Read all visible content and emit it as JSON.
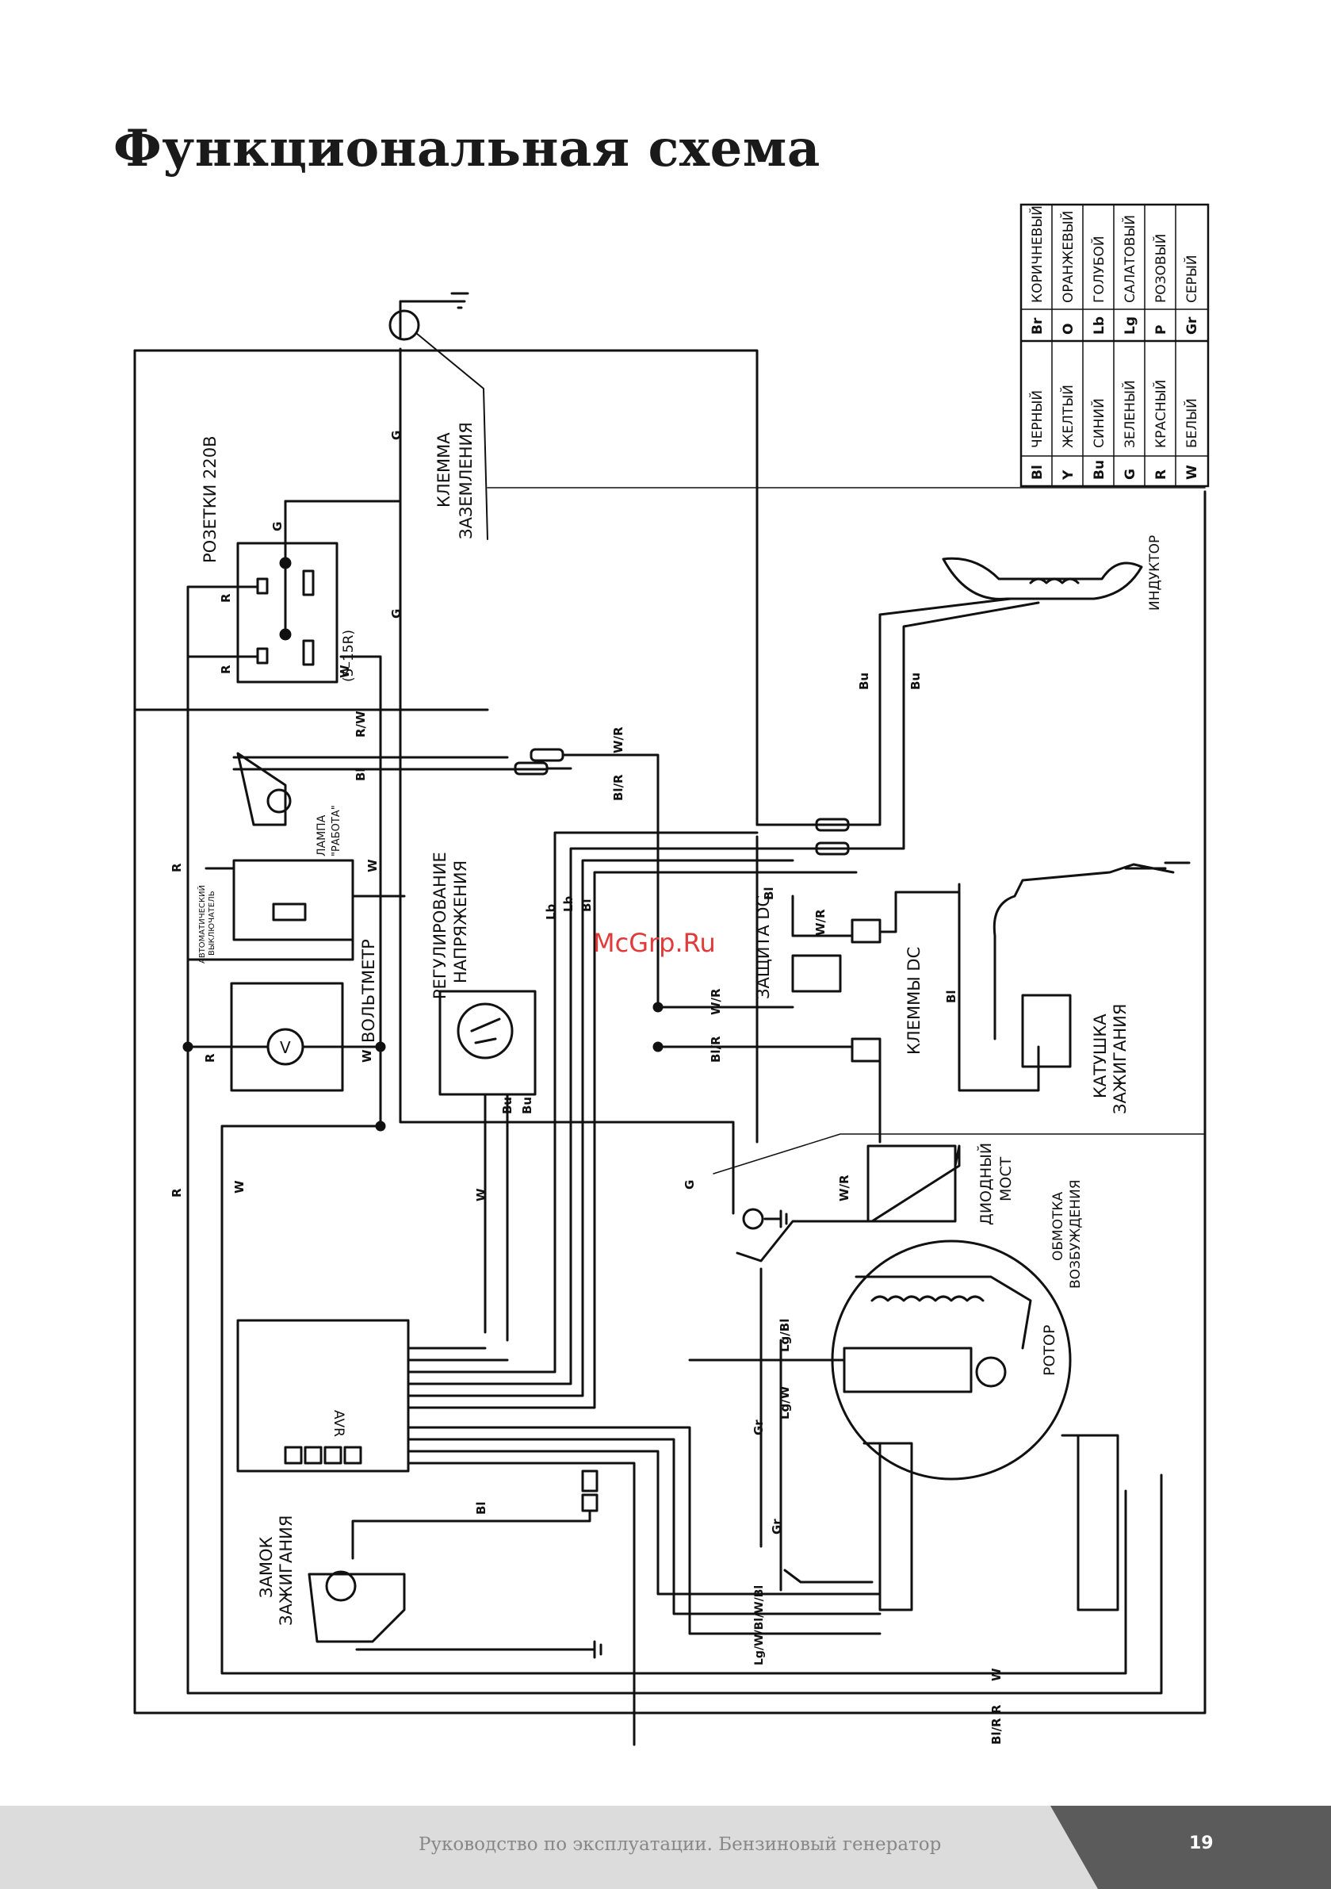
{
  "page": {
    "title": "Функциональная схема"
  },
  "legend": {
    "rows": [
      {
        "code": "Bl",
        "name": "ЧЕРНЫЙ",
        "code2": "Br",
        "name2": "КОРИЧНЕВЫЙ"
      },
      {
        "code": "Y",
        "name": "ЖЕЛТЫЙ",
        "code2": "O",
        "name2": "ОРАНЖЕВЫЙ"
      },
      {
        "code": "Bu",
        "name": "СИНИЙ",
        "code2": "Lb",
        "name2": "ГОЛУБОЙ"
      },
      {
        "code": "G",
        "name": "ЗЕЛЕНЫЙ",
        "code2": "Lg",
        "name2": "САЛАТОВЫЙ"
      },
      {
        "code": "R",
        "name": "КРАСНЫЙ",
        "code2": "P",
        "name2": "РОЗОВЫЙ"
      },
      {
        "code": "W",
        "name": "БЕЛЫЙ",
        "code2": "Gr",
        "name2": "СЕРЫЙ"
      }
    ]
  },
  "labels": {
    "klemma": "КЛЕММА",
    "zazemleniya": "ЗАЗЕМЛЕНИЯ",
    "rozetki": "РОЗЕТКИ 220В",
    "r515": "(5–15R)",
    "lampa": "ЛАМПА",
    "rabota": "\"РАБОТА\"",
    "avtomat1": "АВТОМАТИЧЕСКИЙ",
    "avtomat2": "ВЫКЛЮЧАТЕЛЬ",
    "voltmetr": "ВОЛЬТМЕТР",
    "regul1": "РЕГУЛИРОВАНИЕ",
    "regul2": "НАПРЯЖЕНИЯ",
    "zashchita": "ЗАЩИТА DC",
    "klemmy": "КЛЕММЫ DC",
    "induktor": "ИНДУКТОР",
    "katushka1": "КАТУШКА",
    "katushka2": "ЗАЖИГАНИЯ",
    "diodny1": "ДИОДНЫЙ",
    "diodny2": "МОСТ",
    "obmotka1": "ОБМОТКА",
    "obmotka2": "ВОЗБУЖДЕНИЯ",
    "rotor": "РОТОР",
    "zamok1": "ЗАМОК",
    "zamok2": "ЗАЖИГАНИЯ",
    "avr": "AVR",
    "voltmeter_symbol": "V"
  },
  "wire_codes": {
    "g1": "G",
    "g2": "G",
    "g3": "G",
    "g4": "G",
    "r1": "R",
    "r2": "R",
    "r3": "R",
    "r4": "R",
    "r5": "R",
    "w1": "W",
    "w2": "W",
    "w3": "W",
    "w4": "W",
    "w5": "W",
    "w6": "W",
    "rw": "R/W",
    "wr1": "W/R",
    "wr2": "W/R",
    "wr3": "W/R",
    "wr4": "W/R",
    "blr1": "Bl/R",
    "blr2": "Bl/R",
    "blr3": "Bl/R R",
    "bl1": "Bl",
    "bl2": "Bl",
    "bl3": "Bl",
    "bl4": "Bl",
    "bl5": "Bl",
    "bu1": "Bu",
    "bu2": "Bu",
    "bu3": "Bu",
    "bu4": "Bu",
    "lb": "Lb",
    "lb2": "Lb",
    "lgbl": "Lg/Bl",
    "lgw": "Lg/W",
    "gr1": "Gr",
    "gr2": "Gr",
    "lgwbwbl": "Lg/W/Bl/W/Bl"
  },
  "watermark": "McGrp.Ru",
  "footer": {
    "text": "Руководство по эксплуатации. Бензиновый генератор",
    "page_number": "19"
  }
}
